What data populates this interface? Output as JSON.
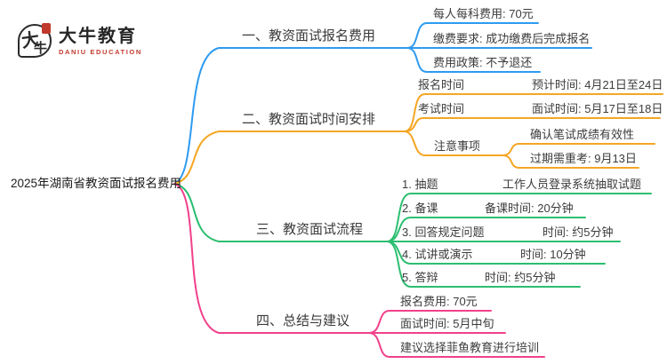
{
  "logo": {
    "mark_char_1": "大",
    "mark_char_2": "牛",
    "brand": "大牛教育",
    "brand_en": "DANIU EDUCATION",
    "brand_color": "#c23b2e"
  },
  "root": {
    "label": "2025年湖南省教资面试报名费用"
  },
  "colors": {
    "branch1": "#2e9bf0",
    "branch2": "#f5a623",
    "branch3": "#2cbe70",
    "branch4": "#f1418b"
  },
  "branches": [
    {
      "label": "一、教资面试报名费用",
      "color": "#2e9bf0",
      "children": [
        {
          "label": "每人每科费用: 70元"
        },
        {
          "label": "缴费要求: 成功缴费后完成报名"
        },
        {
          "label": "费用政策: 不予退还"
        }
      ]
    },
    {
      "label": "二、教资面试时间安排",
      "color": "#f5a623",
      "children": [
        {
          "label": "报名时间",
          "detail": "预计时间: 4月21日至24日"
        },
        {
          "label": "考试时间",
          "detail": "面试时间: 5月17日至18日"
        },
        {
          "label": "注意事项",
          "children": [
            {
              "label": "确认笔试成绩有效性"
            },
            {
              "label": "过期需重考: 9月13日"
            }
          ]
        }
      ]
    },
    {
      "label": "三、教资面试流程",
      "color": "#2cbe70",
      "children": [
        {
          "label": "1. 抽题",
          "detail": "工作人员登录系统抽取试题"
        },
        {
          "label": "2. 备课",
          "detail": "备课时间: 20分钟"
        },
        {
          "label": "3. 回答规定问题",
          "detail": "时间: 约5分钟"
        },
        {
          "label": "4. 试讲或演示",
          "detail": "时间: 10分钟"
        },
        {
          "label": "5. 答辩",
          "detail": "时间: 约5分钟"
        }
      ]
    },
    {
      "label": "四、总结与建议",
      "color": "#f1418b",
      "children": [
        {
          "label": "报名费用: 70元"
        },
        {
          "label": "面试时间: 5月中旬"
        },
        {
          "label": "建议选择菲鱼教育进行培训"
        }
      ]
    }
  ]
}
